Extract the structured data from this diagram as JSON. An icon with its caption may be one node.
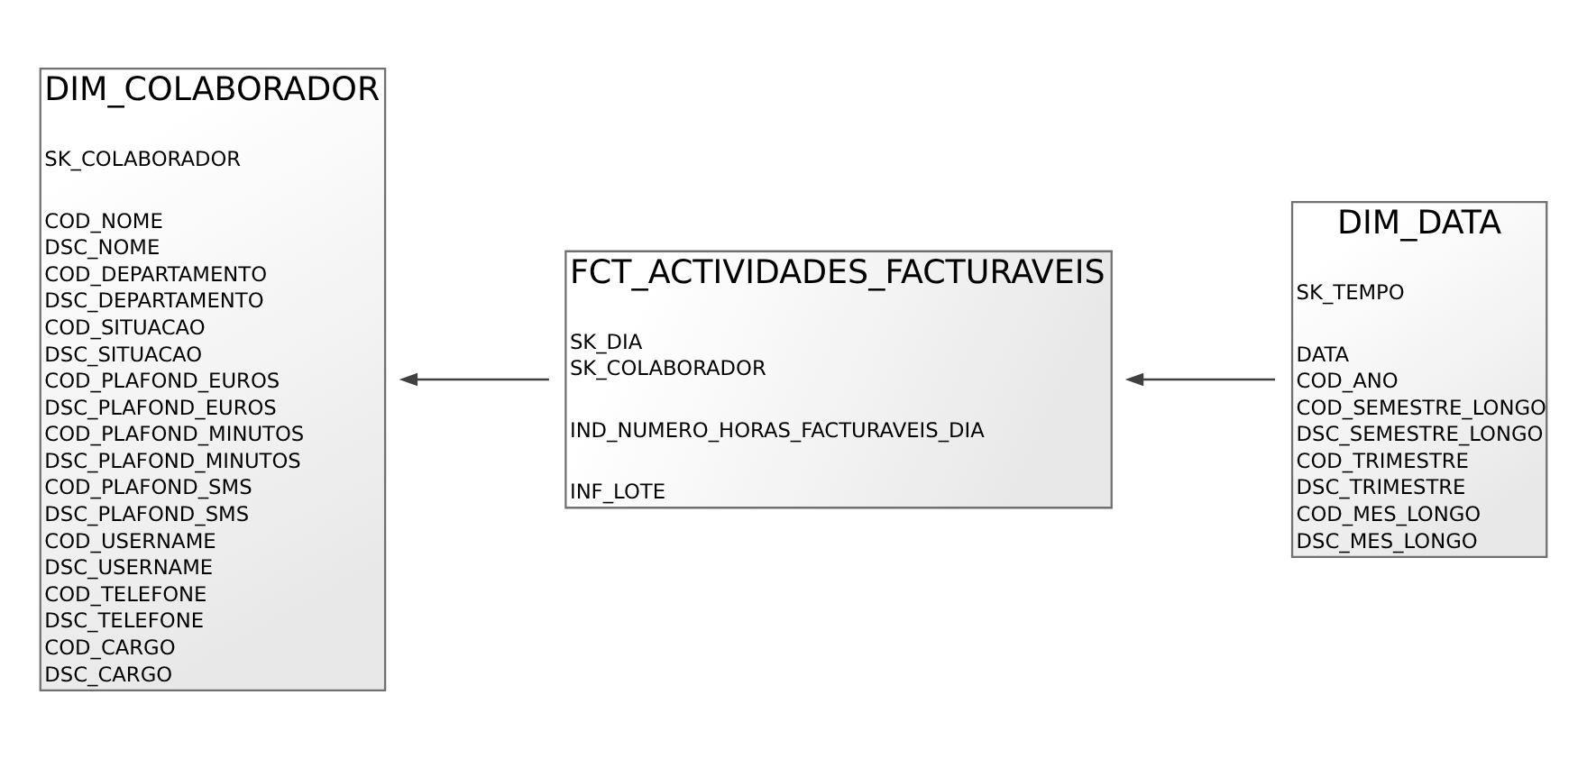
{
  "diagram": {
    "nodes": [
      {
        "text": [
          "DIM_COLABORADOR",
          "SK_COLABORADOR",
          "COD_NOME",
          "DSC_NOME",
          "COD_DEPARTAMENTO",
          "DSC_DEPARTAMENTO",
          "COD_SITUACAO",
          "DSC_SITUACAO",
          "COD_PLAFOND_EUROS",
          "DSC_PLAFOND_EUROS",
          "COD_PLAFOND_MINUTOS",
          "DSC_PLAFOND_MINUTOS",
          "COD_PLAFOND_SMS",
          "DSC_PLAFOND_SMS",
          "COD_USERNAME",
          "DSC_USERNAME",
          "COD_TELEFONE",
          "DSC_TELEFONE",
          "COD_CARGO",
          "DSC_CARGO"
        ]
      },
      {
        "text": [
          "FCT_ACTIVIDADES_FACTURAVEIS",
          "SK_DIA",
          "SK_COLABORADOR",
          "IND_NUMERO_HORAS_FACTURAVEIS_DIA",
          "INF_LOTE"
        ]
      },
      {
        "text": [
          "DIM_DATA",
          "SK_TEMPO",
          "DATA",
          "COD_ANO",
          "COD_SEMESTRE_LONGO",
          "DSC_SEMESTRE_LONGO",
          "COD_TRIMESTRE",
          "DSC_TRIMESTRE",
          "COD_MES_LONGO",
          "DSC_MES_LONGO"
        ]
      }
    ],
    "edges": [
      {
        "from": 1,
        "to": 0,
        "arrow": "to"
      },
      {
        "from": 2,
        "to": 1,
        "arrow": "to"
      }
    ]
  }
}
